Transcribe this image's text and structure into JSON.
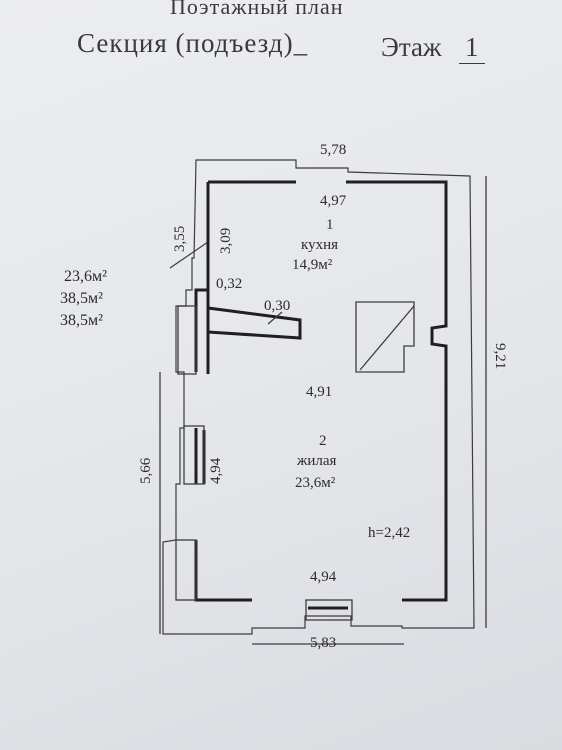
{
  "header": {
    "title": "Поэтажный план",
    "section_label": "Секция (подъезд)_",
    "floor_label": "Этаж",
    "floor_value": "1"
  },
  "areas_summary": [
    "23,6м²",
    "38,5м²",
    "38,5м²"
  ],
  "rooms": [
    {
      "number": "1",
      "name": "кухня",
      "area": "14,9м²"
    },
    {
      "number": "2",
      "name": "жилая",
      "area": "23,6м²"
    }
  ],
  "dimensions": {
    "top_outer": "5,78",
    "top_inner": "4,97",
    "diag_left": "3,55",
    "left_upper": "3,09",
    "partition_thickness": "0,32",
    "partition_small": "0,30",
    "room_width_mid": "4,91",
    "left_outer": "5,66",
    "left_inner": "4,94",
    "bottom_inner": "4,94",
    "bottom_outer": "5,83",
    "right_outer": "9,21",
    "height": "h=2,42"
  }
}
